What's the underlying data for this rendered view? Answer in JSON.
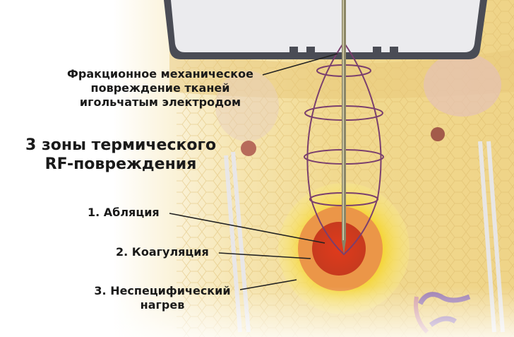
{
  "labels": {
    "mechanical_line1": "Фракционное механическое",
    "mechanical_line2": "повреждение тканей",
    "mechanical_line3": "игольчатым электродом",
    "zones_title_line1": "3 зоны термического",
    "zones_title_line2": "RF-повреждения",
    "zone1": "1. Абляция",
    "zone2": "2. Коагуляция",
    "zone3_line1": "3. Неспецифический",
    "zone3_line2": "нагрев"
  },
  "colors": {
    "tissue": "#f1d98f",
    "zone_heating": "#f7e25a",
    "zone_coagulation": "#ec9a4a",
    "zone_ablation": "#d23a1e",
    "electrode_cage": "#7a3f6e",
    "device": "#e6e6e8"
  }
}
